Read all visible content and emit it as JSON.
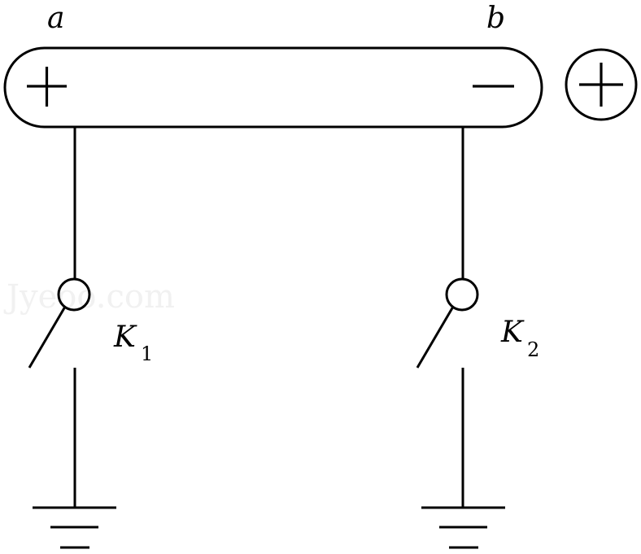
{
  "diagram": {
    "labels": {
      "end_a": "a",
      "end_b": "b",
      "switch_1_letter": "K",
      "switch_1_sub": "1",
      "switch_2_letter": "K",
      "switch_2_sub": "2"
    },
    "charges": {
      "conductor_end_a": "positive",
      "conductor_end_b": "negative",
      "external_charge": "positive"
    },
    "watermark": "Jyeoo.com"
  }
}
